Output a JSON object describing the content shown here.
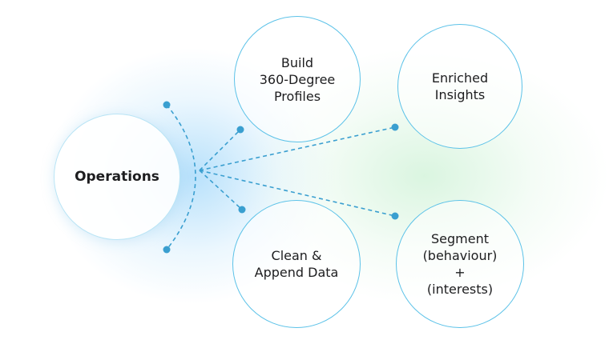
{
  "diagram": {
    "center": {
      "label": "Operations"
    },
    "nodes": [
      {
        "id": "build",
        "label": "Build\n360-Degree\nProfiles"
      },
      {
        "id": "enriched",
        "label": "Enriched\nInsights"
      },
      {
        "id": "clean",
        "label": "Clean &\nAppend Data"
      },
      {
        "id": "segment",
        "label": "Segment\n(behaviour)\n+\n(interests)"
      }
    ]
  },
  "colors": {
    "node_border": "#5cc2e8",
    "connector": "#3a9fd0",
    "dot": "#3a9fd0"
  }
}
